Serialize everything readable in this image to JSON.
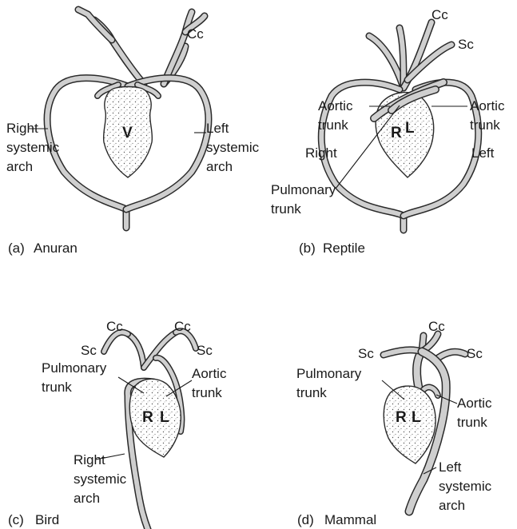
{
  "panels": {
    "a": {
      "letter": "(a)",
      "name": "Anuran",
      "cc": "Cc",
      "chamber": "V",
      "right1": "Right",
      "right2": "systemic",
      "right3": "arch",
      "left1": "Left",
      "left2": "systemic",
      "left3": "arch"
    },
    "b": {
      "letter": "(b)",
      "name": "Reptile",
      "cc": "Cc",
      "sc": "Sc",
      "aorticL1": "Aortic",
      "aorticL2": "trunk",
      "aorticR1": "Aortic",
      "aorticR2": "trunk",
      "chR": "R",
      "chL": "L",
      "right": "Right",
      "left": "Left",
      "pulm1": "Pulmonary",
      "pulm2": "trunk"
    },
    "c": {
      "letter": "(c)",
      "name": "Bird",
      "cc1": "Cc",
      "cc2": "Cc",
      "sc1": "Sc",
      "sc2": "Sc",
      "pulm1": "Pulmonary",
      "pulm2": "trunk",
      "aortic1": "Aortic",
      "aortic2": "trunk",
      "chR": "R",
      "chL": "L",
      "right1": "Right",
      "right2": "systemic",
      "right3": "arch"
    },
    "d": {
      "letter": "(d)",
      "name": "Mammal",
      "cc": "Cc",
      "sc1": "Sc",
      "sc2": "Sc",
      "pulm1": "Pulmonary",
      "pulm2": "trunk",
      "chR": "R",
      "chL": "L",
      "aortic1": "Aortic",
      "aortic2": "trunk",
      "left1": "Left",
      "left2": "systemic",
      "left3": "arch"
    }
  }
}
